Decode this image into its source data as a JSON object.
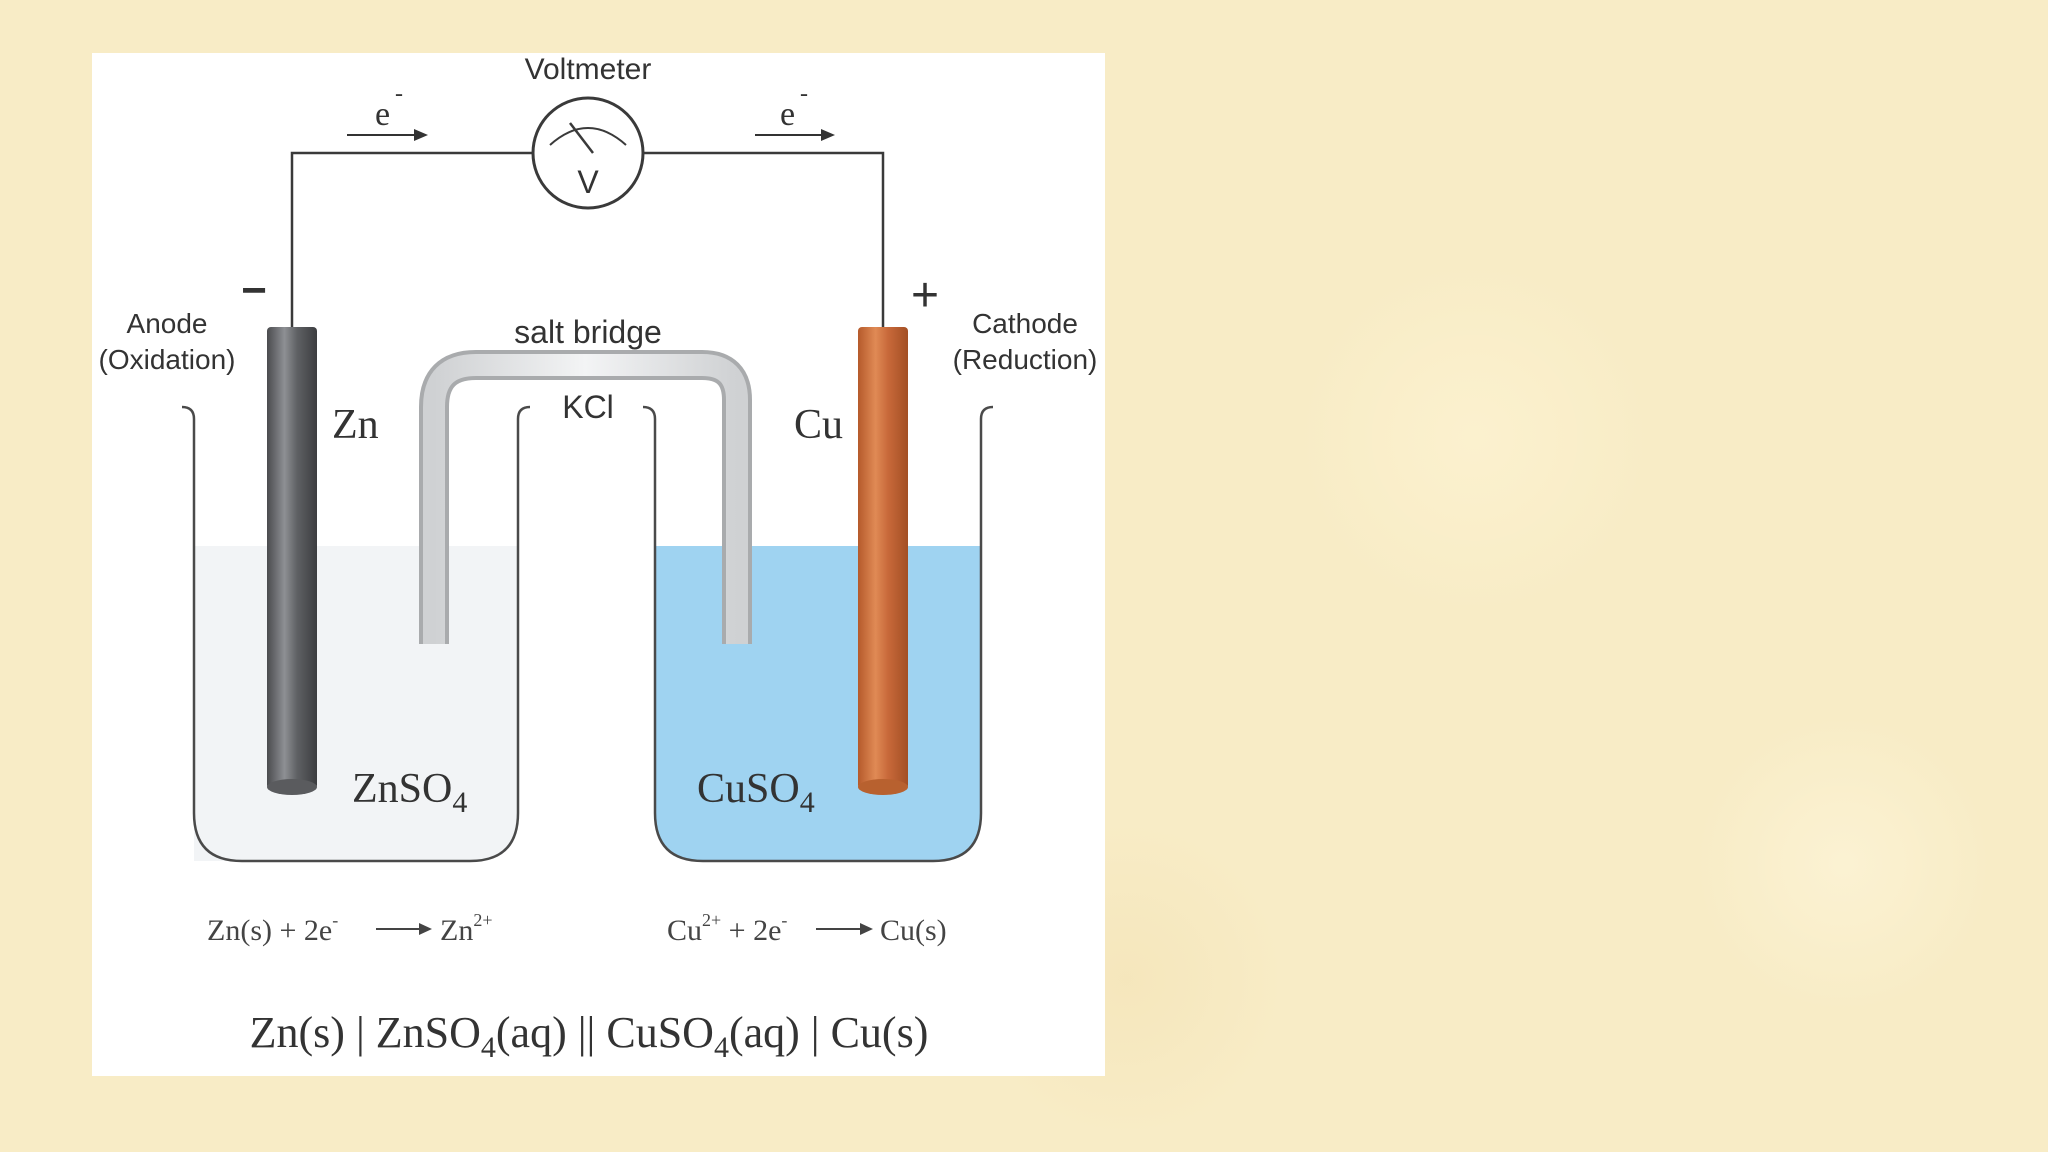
{
  "diagram": {
    "voltmeter": {
      "label": "Voltmeter",
      "symbol": "V"
    },
    "electron_labels": [
      "e",
      "e"
    ],
    "electron_charge": "-",
    "anode": {
      "sign": "−",
      "label": "Anode",
      "note": "(Oxidation)",
      "metal": "Zn",
      "solution": "ZnSO",
      "solution_sub": "4"
    },
    "cathode": {
      "sign": "+",
      "label": "Cathode",
      "note": "(Reduction)",
      "metal": "Cu",
      "solution": "CuSO",
      "solution_sub": "4"
    },
    "salt_bridge": {
      "label": "salt bridge",
      "electrolyte": "KCl"
    },
    "half_reactions": {
      "anode": {
        "left": "Zn(s) + 2e",
        "sup1": "-",
        "right": "Zn",
        "sup2": "2+"
      },
      "cathode": {
        "left": "Cu",
        "sup1": "2+",
        "middle": " + 2e",
        "sup2": "-",
        "right": "Cu(s)"
      }
    },
    "cell_notation": {
      "p1": "Zn(s) | ZnSO",
      "s1": "4",
      "p2": "(aq) || CuSO",
      "s2": "4",
      "p3": "(aq) | Cu(s)"
    },
    "colors": {
      "background": "#f8ecc6",
      "figure_bg": "#ffffff",
      "cuso4_solution": "#9fd3f1",
      "znso4_solution": "#f2f4f6",
      "zinc": "#6b6d70",
      "copper": "#c9703e",
      "wire": "#3a3a3a"
    }
  }
}
